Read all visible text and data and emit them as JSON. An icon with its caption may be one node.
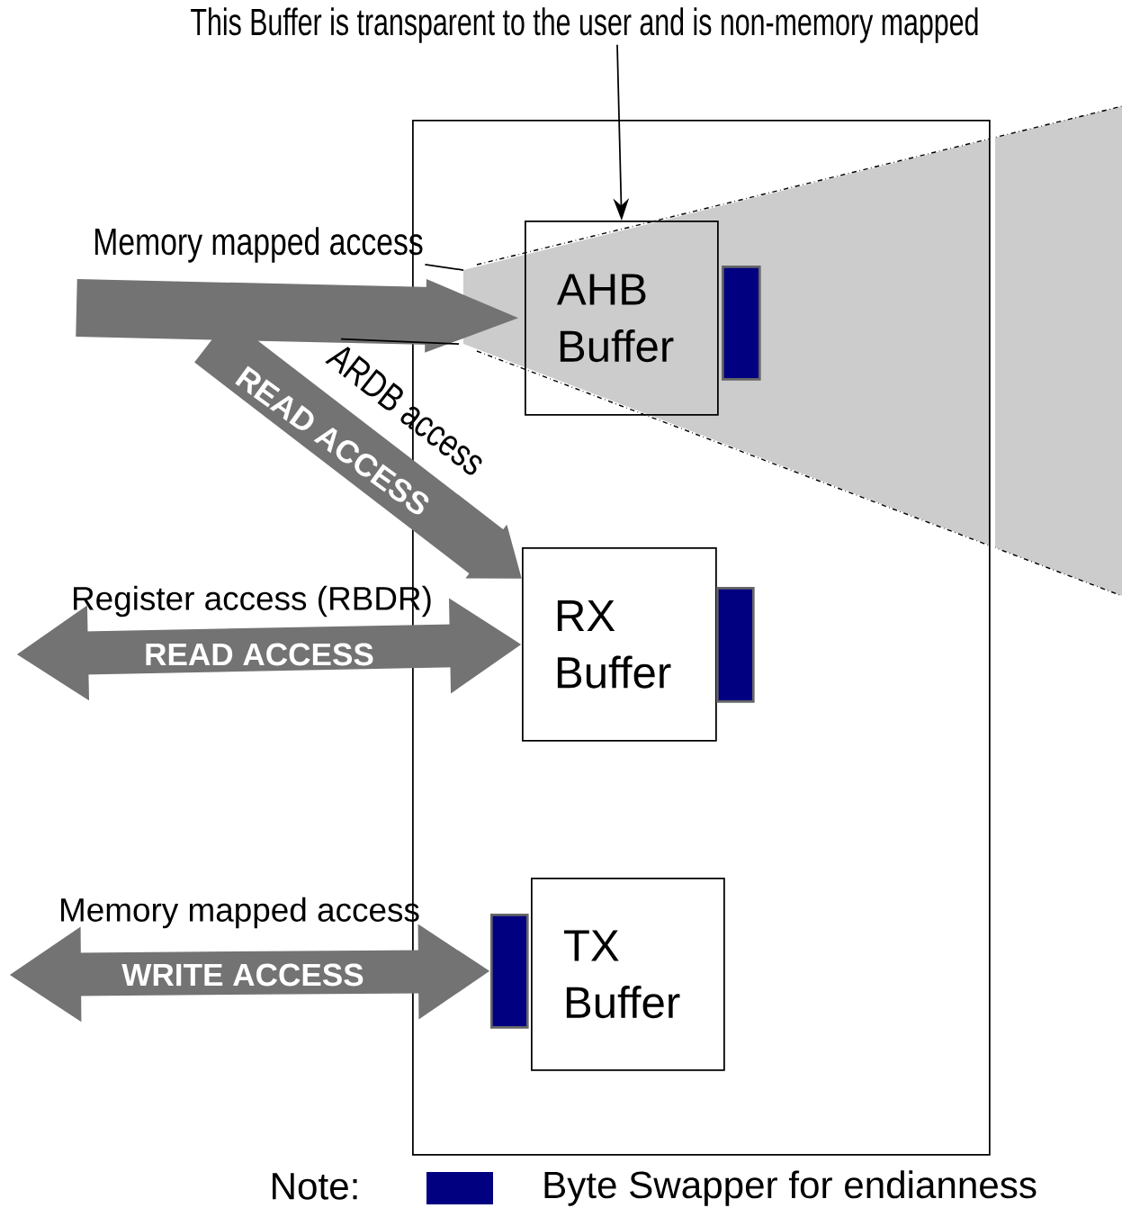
{
  "diagram": {
    "nodes": [
      {
        "text": [],
        "shape": "box"
      },
      {
        "text": [
          "AHB Buffer"
        ],
        "in": 0
      },
      {
        "text": [],
        "shape": "bar",
        "in": 0
      },
      {
        "text": [
          "RX Buffer"
        ],
        "in": 0
      },
      {
        "text": [],
        "shape": "bar",
        "in": 0
      },
      {
        "text": [
          "TX Buffer"
        ],
        "in": 0
      },
      {
        "text": [],
        "shape": "bar",
        "in": 0
      },
      {
        "text": [
          "This Buffer is transparent to the user and is non-memory mapped"
        ]
      },
      {
        "text": [
          "Memory mapped access"
        ]
      },
      {
        "text": [
          "ARDB access"
        ]
      }
    ],
    "edges": [
      {
        "from": 7,
        "to": 1,
        "arrow": "to",
        "color": "#000000"
      },
      {
        "from": null,
        "to": 1,
        "arrow": "to",
        "color": "#737373"
      },
      {
        "from": null,
        "to": 3,
        "arrow": "to",
        "label": "READ ACCESS",
        "color": "#737373"
      },
      {
        "from": null,
        "to": 3,
        "arrow": "both",
        "label": "READ ACCESS",
        "color": "#737373"
      },
      {
        "from": null,
        "to": 6,
        "arrow": "both",
        "label": "WRITE ACCESS",
        "color": "#737373"
      },
      {
        "from": 8,
        "to": null,
        "arrow": "none",
        "color": "#000000"
      },
      {
        "from": 9,
        "to": null,
        "arrow": "none",
        "color": "#000000"
      }
    ],
    "labels": [
      "Register access (RBDR)",
      "Memory mapped access",
      "Note:"
    ],
    "legend": [
      {
        "text": "Byte Swapper for endianness",
        "color": "#000080"
      }
    ]
  }
}
